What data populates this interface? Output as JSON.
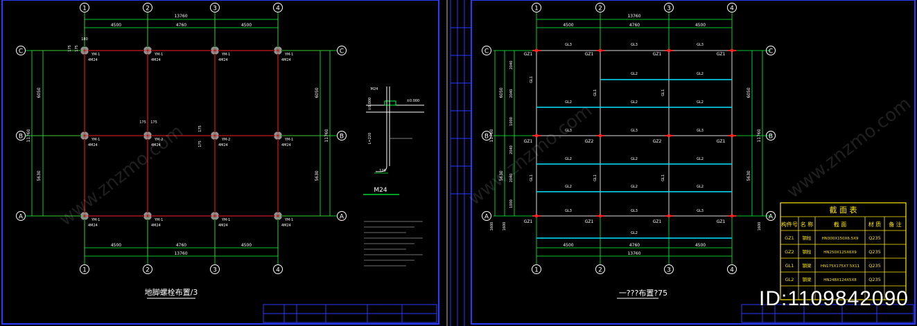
{
  "left": {
    "grid_x": [
      "1",
      "2",
      "3",
      "4"
    ],
    "grid_y": [
      "C",
      "B",
      "A"
    ],
    "dims_top": [
      "4500",
      "4760",
      "4500"
    ],
    "dim_total": "13760",
    "dim_total_bottom": "13760",
    "dims_bottom": [
      "4500",
      "4760",
      "4500"
    ],
    "dim_left_upper": "6050",
    "dim_left_lower": "5630",
    "dim_right_upper": "6050",
    "dim_right_lower": "5630",
    "dim_overall_v": "11760",
    "small_dims": [
      "180",
      "175",
      "175",
      "175",
      "175",
      "175",
      "175"
    ],
    "bolt_top": [
      "YM-1",
      "YM-1",
      "YM-1",
      "YM-1"
    ],
    "bolt_top_sub": "4M24",
    "bolt_mid": [
      "YM-1",
      "YM-2",
      "YM-2",
      "YM-1"
    ],
    "bolt_bot": [
      "YM-1",
      "YM-1",
      "YM-1",
      "YM-1"
    ],
    "title": "地脚螺栓布置/3"
  },
  "detail": {
    "title": "M24",
    "labels": [
      "M24",
      "±0.000",
      "L=220",
      "120"
    ]
  },
  "right": {
    "grid_x": [
      "1",
      "2",
      "3",
      "4"
    ],
    "grid_y": [
      "C",
      "B",
      "A"
    ],
    "dims_top": [
      "4500",
      "4760",
      "4500"
    ],
    "dim_total": "13760",
    "dims_bottom": [
      "4500",
      "4760",
      "4500"
    ],
    "dim_total_bottom": "13760",
    "left_dims": [
      "2040",
      "2040",
      "1000",
      "2040",
      "2040",
      "1000"
    ],
    "dim_left_upper": "6050",
    "dim_left_lower": "5630",
    "dim_right_upper": "6050",
    "dim_right_lower": "5630",
    "dim_overall_v": "11760",
    "dim_extra": "1600",
    "gz": [
      "GZ1",
      "GZ1",
      "GZ1",
      "GZ1",
      "GZ1",
      "GZ2",
      "GZ2",
      "GZ1",
      "GZ1",
      "GZ1",
      "GZ1",
      "GZ1"
    ],
    "gl3": "GL3",
    "gl2": "GL2",
    "gl1": "GL1",
    "title": "一???布置?75"
  },
  "section_table": {
    "title": "截 面 表",
    "headers": [
      "构件号",
      "名 称",
      "截  面",
      "材 质",
      "备 注"
    ],
    "rows": [
      [
        "GZ1",
        "钢柱",
        "HN300X150X6.5X9",
        "Q235",
        ""
      ],
      [
        "GZ2",
        "钢柱",
        "HN250X125X6X9",
        "Q235",
        ""
      ],
      [
        "GL1",
        "钢梁",
        "HN175X175X7.5X11",
        "Q235",
        ""
      ],
      [
        "GL2",
        "钢梁",
        "HN248X124X5X8",
        "Q235",
        ""
      ]
    ]
  },
  "watermark": "www.znzmo.com",
  "id_text": "ID:1109842090"
}
